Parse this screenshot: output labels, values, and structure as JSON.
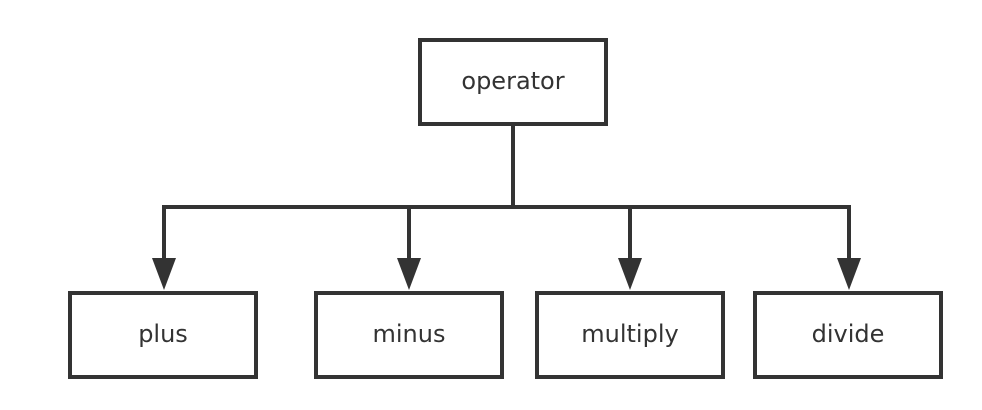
{
  "diagram": {
    "root": {
      "label": "operator"
    },
    "children": [
      {
        "label": "plus"
      },
      {
        "label": "minus"
      },
      {
        "label": "multiply"
      },
      {
        "label": "divide"
      }
    ]
  },
  "colors": {
    "stroke": "#333333",
    "text": "#333333",
    "background": "#ffffff"
  }
}
